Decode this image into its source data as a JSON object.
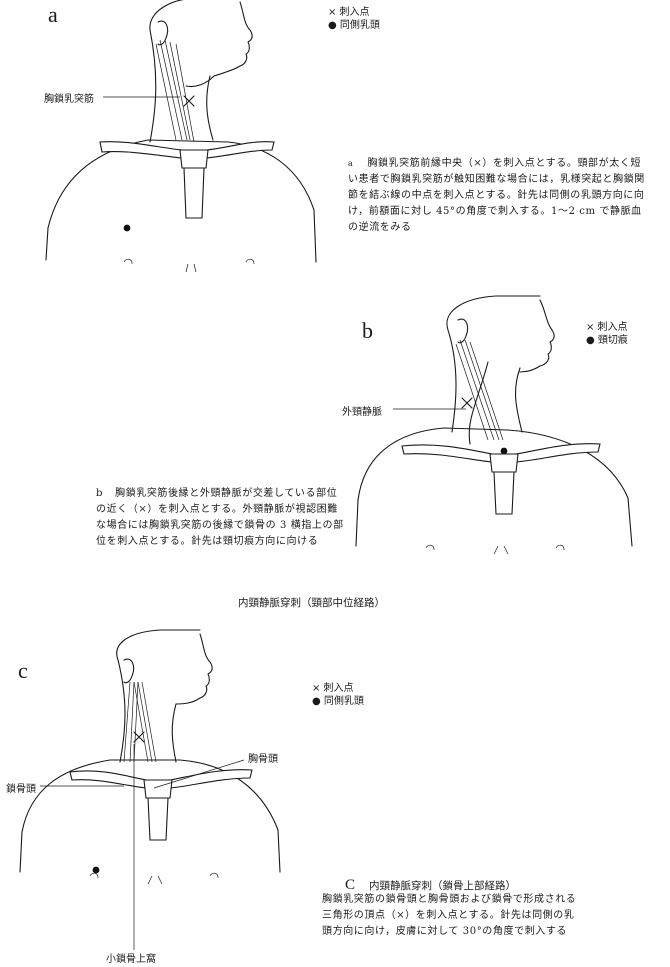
{
  "panels": {
    "a": {
      "letter": "a",
      "legend_cross": "× 刺入点",
      "legend_dot": "● 同側乳頭",
      "muscle_label": "胸鎖乳突筋",
      "desc_marker": "a",
      "description": "胸鎖乳突筋前縁中央（×）を刺入点とする。頸部が太く短い患者で胸鎖乳突筋が触知困難な場合には，乳様突起と胸鎖関節を結ぶ線の中点を刺入点とする。針先は同側の乳頭方向に向け，前額面に対し 45°の角度で刺入する。1～2 cm で静脈血の逆流をみる"
    },
    "b": {
      "letter": "b",
      "legend_cross": "× 刺入点",
      "legend_dot": "● 頸切痕",
      "vein_label": "外頸静脈",
      "desc_marker": "b",
      "description": "胸鎖乳突筋後縁と外頸静脈が交差している部位の近く（×）を刺入点とする。外頸静脈が視認困難な場合には胸鎖乳突筋の後縁で鎖骨の 3 横指上の部位を刺入点とする。針先は頸切痕方向に向ける"
    },
    "c": {
      "letter": "c",
      "legend_cross": "× 刺入点",
      "legend_dot": "● 同側乳頭",
      "clavicular_head_label": "鎖骨頭",
      "sternal_head_label": "胸骨頭",
      "fossa_label": "小鎖骨上窩",
      "title_marker": "C",
      "title": "内頸静脈穿刺（鎖骨上部経路）",
      "description": "胸鎖乳突筋の鎖骨頭と胸骨頭および鎖骨で形成される三角形の頂点（×）を刺入点とする。針先は同側の乳頭方向に向け，皮膚に対して 30°の角度で刺入する"
    }
  },
  "middle_caption": "内頸静脈穿刺（頸部中位経路）"
}
